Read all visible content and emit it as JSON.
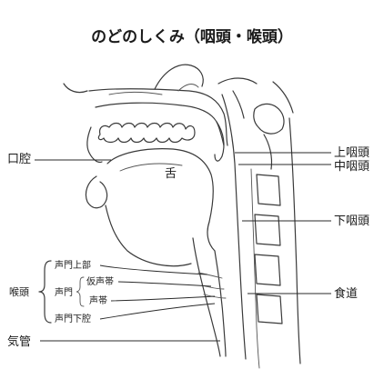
{
  "title": "のどのしくみ（咽頭・喉頭）",
  "labels": {
    "oral_cavity": "口腔",
    "tongue": "舌",
    "nasopharynx": "上咽頭",
    "oropharynx": "中咽頭",
    "hypopharynx": "下咽頭",
    "esophagus": "食道",
    "trachea": "気管",
    "larynx": "喉頭",
    "supraglottis": "声門上部",
    "glottis": "声門",
    "false_vocal_cord": "仮声帯",
    "vocal_cord": "声帯",
    "subglottis": "声門下腔"
  },
  "colors": {
    "ink": "#3a3a3a",
    "text": "#1a1a1a",
    "background": "#ffffff"
  }
}
